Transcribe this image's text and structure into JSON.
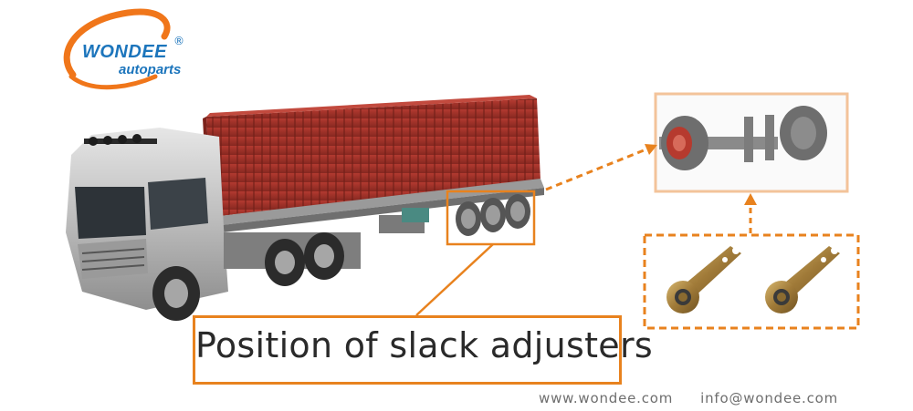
{
  "logo": {
    "brand": "WONDEE",
    "registered_mark": "®",
    "tagline": "autoparts"
  },
  "caption": "Position of slack adjusters",
  "footer": {
    "website": "www.wondee.com",
    "email": "info@wondee.com"
  },
  "colors": {
    "accent_orange": "#e8821e",
    "logo_orange": "#f0761a",
    "logo_blue": "#1c75bc",
    "container_red": "#9e2f26",
    "truck_silver": "#c8c8c8",
    "footer_text": "#6e6e6e"
  }
}
